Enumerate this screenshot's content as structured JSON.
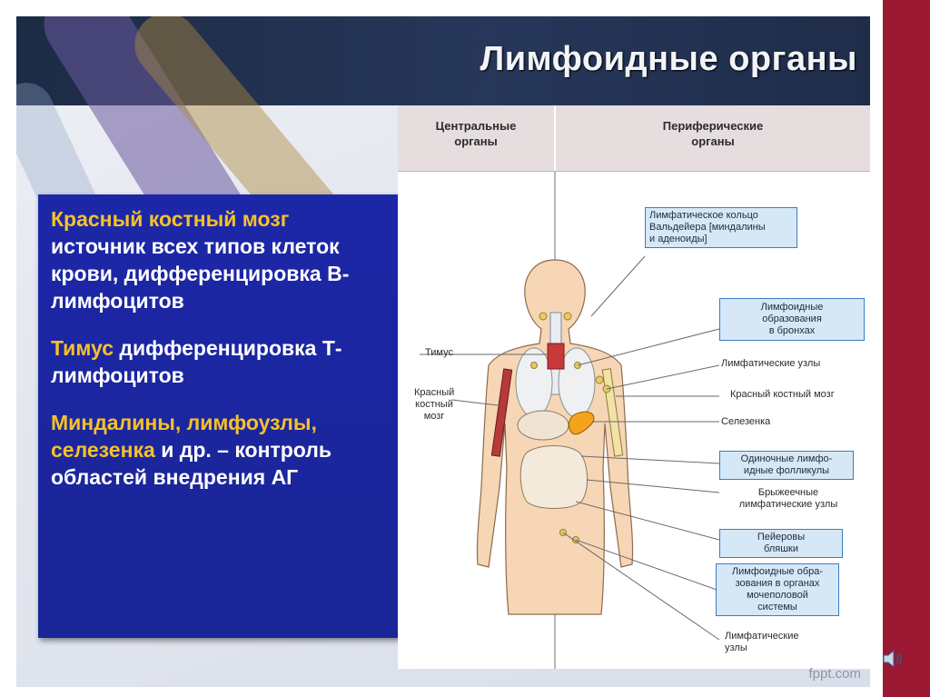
{
  "slide": {
    "title": "Лимфоидные органы",
    "footer": "fppt.com"
  },
  "left_panel": {
    "block1": {
      "highlight": "Красный костный мозг",
      "text": "источник всех типов клеток крови, дифференцировка В-лимфоцитов"
    },
    "block2": {
      "highlight": "Тимус",
      "text": " дифференцировка Т-лимфоцитов"
    },
    "block3": {
      "highlight": "Миндалины, лимфоузлы, селезенка",
      "text": " и др. – контроль областей внедрения АГ"
    }
  },
  "diagram": {
    "col_central": [
      "Центральные",
      "органы"
    ],
    "col_peripheral": [
      "Периферические",
      "органы"
    ],
    "left_labels": {
      "thymus": "Тимус",
      "marrow": [
        "Красный",
        "костный",
        "мозг"
      ]
    },
    "right_labels": {
      "waldeyer": [
        "Лимфатическое кольцо",
        "Вальдейера [миндалины",
        "и аденоиды]"
      ],
      "bronchi": [
        "Лимфоидные",
        "образования",
        "в бронхах"
      ],
      "lymph_nodes": "Лимфатические узлы",
      "red_marrow": "Красный костный мозг",
      "spleen": "Селезенка",
      "follicles": [
        "Одиночные лимфо-",
        "идные фолликулы"
      ],
      "mesenteric": [
        "Брыжеечные",
        "лимфатические узлы"
      ],
      "peyer": [
        "Пейеровы",
        "бляшки"
      ],
      "urogenital": [
        "Лимфоидные обра-",
        "зования в органах",
        "мочеполовой",
        "системы"
      ],
      "lower_nodes": [
        "Лимфатические",
        "узлы"
      ]
    }
  },
  "colors": {
    "header": "#1f2d4a",
    "panel": "#1c27a8",
    "highlight": "#f5c12a",
    "sidebar": "#9a1832",
    "body": "#f6d6b4",
    "label_box": "#d6e8f6",
    "label_border": "#3a7cc4"
  },
  "icons": {
    "speaker": "speaker-icon"
  }
}
